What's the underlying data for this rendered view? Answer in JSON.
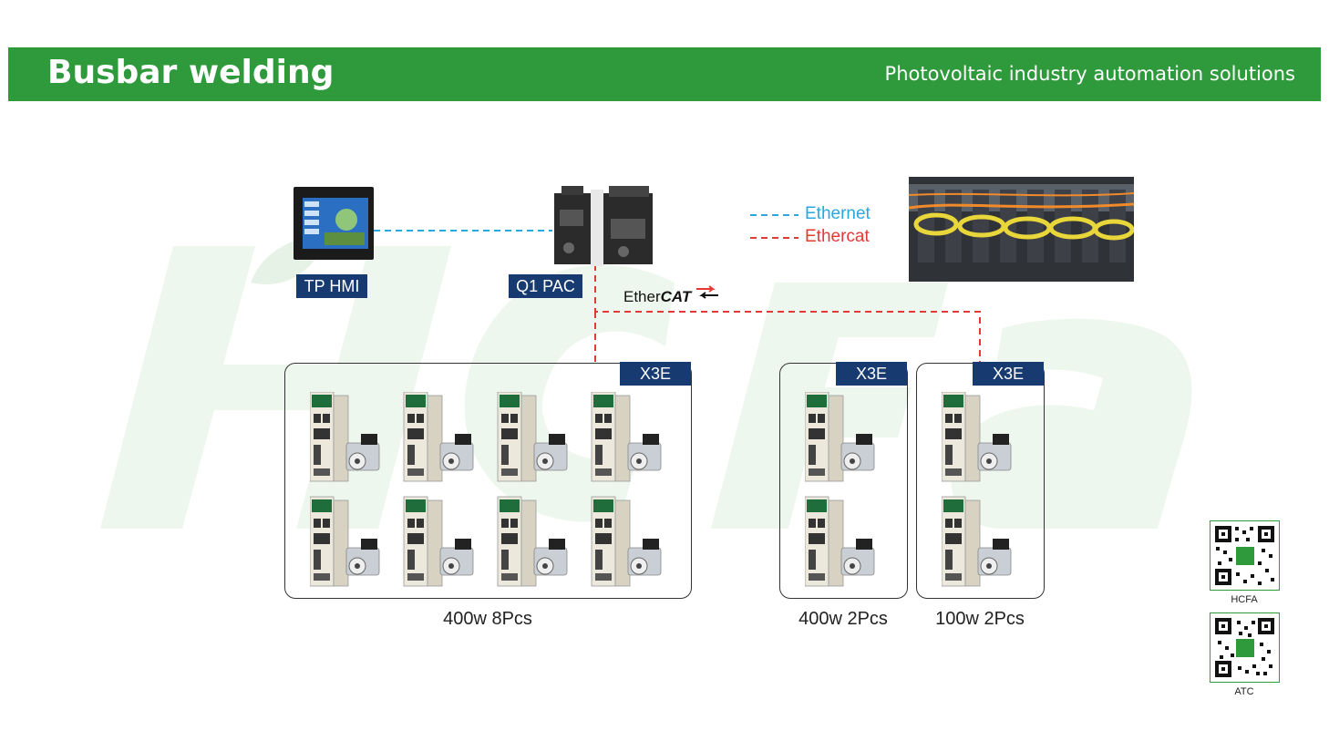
{
  "header": {
    "title": "Busbar welding",
    "subtitle": "Photovoltaic industry automation solutions"
  },
  "devices": {
    "hmi_label": "TP HMI",
    "pac_label": "Q1 PAC"
  },
  "legend": {
    "ethernet": "Ethernet",
    "ethercat": "Ethercat",
    "ethernet_color": "#29a8e0",
    "ethercat_color": "#e53935"
  },
  "ethercat_logo": {
    "left": "Ether",
    "right": "CAT"
  },
  "groups": [
    {
      "tag": "X3E",
      "caption": "400w 8Pcs"
    },
    {
      "tag": "X3E",
      "caption": "400w 2Pcs"
    },
    {
      "tag": "X3E",
      "caption": "100w 2Pcs"
    }
  ],
  "qr_codes": [
    {
      "caption": "HCFA"
    },
    {
      "caption": "ATC"
    }
  ],
  "colors": {
    "brand_green": "#2e9a3c",
    "label_blue": "#173b70"
  }
}
